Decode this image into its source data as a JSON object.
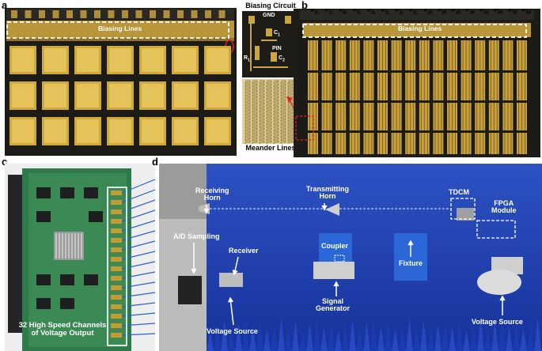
{
  "panels": {
    "a": {
      "letter": "a",
      "biasing_lines": "Biasing Lines",
      "biasing_circuit": "Biasing Circuit",
      "circuit_labels": {
        "gnd": "GND",
        "c1": "C",
        "c1_sub": "1",
        "r1": "R",
        "r1_sub": "1",
        "pin": "PIN",
        "c2": "C",
        "c2_sub": "2"
      },
      "meander_lines": "Meander Lines"
    },
    "b": {
      "letter": "b",
      "biasing_lines": "Biasing Lines",
      "ports": [
        {
          "p": "P",
          "sub": "8L"
        },
        {
          "p": "P",
          "sub": "7L"
        },
        {
          "p": "P",
          "sub": "6L"
        },
        {
          "p": "P",
          "sub": "5L"
        },
        {
          "p": "P",
          "sub": "4L"
        },
        {
          "p": "P",
          "sub": "3L"
        },
        {
          "p": "P",
          "sub": "2L"
        },
        {
          "p": "P",
          "sub": "1L"
        },
        {
          "p": "P",
          "sub": "1R"
        },
        {
          "p": "P",
          "sub": "2R"
        },
        {
          "p": "P",
          "sub": "3R"
        },
        {
          "p": "P",
          "sub": "4R"
        },
        {
          "p": "P",
          "sub": "5R"
        },
        {
          "p": "P",
          "sub": "6R"
        },
        {
          "p": "P",
          "sub": "7R"
        },
        {
          "p": "P",
          "sub": "8R"
        }
      ]
    },
    "c": {
      "letter": "c",
      "channels_line1": "32 High Speed Channels",
      "channels_line2": "of Voltage Output"
    },
    "d": {
      "letter": "d",
      "receiving_horn_1": "Receiving",
      "receiving_horn_2": "Horn",
      "transmitting_horn_1": "Transmitting",
      "transmitting_horn_2": "Horn",
      "tdcm": "TDCM",
      "fpga_1": "FPGA",
      "fpga_2": "Module",
      "ad_sampling": "A/D Sampling",
      "receiver": "Receiver",
      "coupler": "Coupler",
      "fixture": "Fixture",
      "signal_gen_1": "Signal",
      "signal_gen_2": "Generator",
      "voltage_source_left": "Voltage Source",
      "voltage_source_right": "Voltage Source"
    }
  },
  "colors": {
    "board_dark": "#1c1b18",
    "gold": "#cfa93a",
    "gold_light": "#e3c35a",
    "pcb_green": "#2f7a4a",
    "chamber_blue": "#1f3fa8",
    "dash_white": "#ffffff",
    "dash_red": "#e02020"
  }
}
